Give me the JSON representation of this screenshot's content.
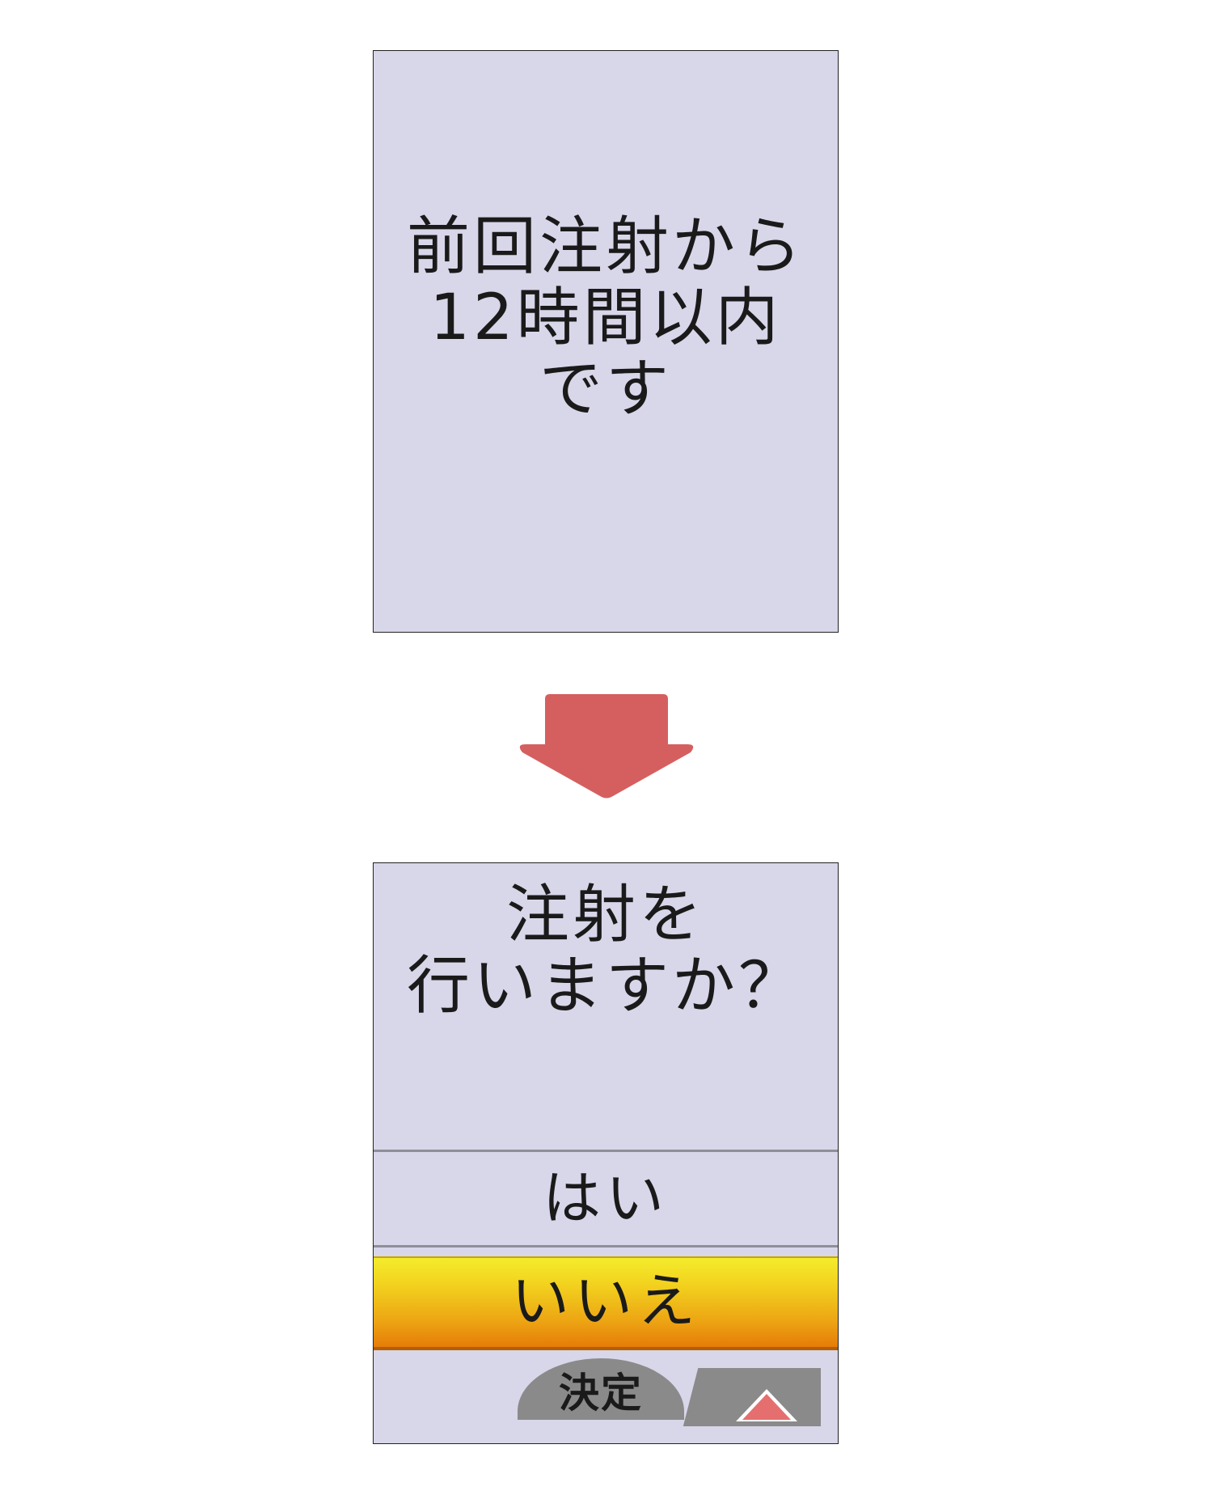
{
  "screen1": {
    "message_lines": [
      "前回注射から",
      "12時間以内",
      "です"
    ]
  },
  "screen2": {
    "question_lines": [
      "注射を",
      "行いますか？"
    ],
    "options": [
      {
        "label": "はい",
        "selected": false
      },
      {
        "label": "いいえ",
        "selected": true
      }
    ],
    "softkeys": {
      "confirm_label": "決定",
      "up_icon": "up-triangle-icon"
    }
  },
  "colors": {
    "screen_bg": "#d8d6e9",
    "arrow": "#d55f5f",
    "selected_top": "#f4ec2c",
    "selected_bottom": "#e57c08",
    "softkey": "#8a8a8a",
    "up_triangle": "#e56f6f"
  },
  "icons": {
    "transition_arrow": "arrow-down-icon"
  }
}
